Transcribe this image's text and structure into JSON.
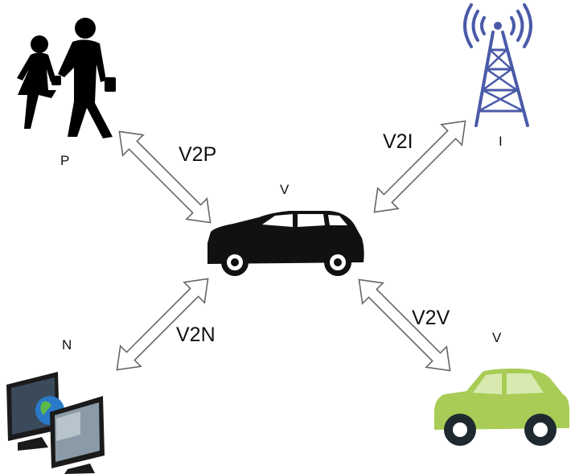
{
  "nodes": {
    "pedestrian": {
      "label": "P",
      "icon": "pedestrians-icon"
    },
    "infrastructure": {
      "label": "I",
      "icon": "cell-tower-icon"
    },
    "center_vehicle": {
      "label": "V",
      "icon": "car-icon"
    },
    "network": {
      "label": "N",
      "icon": "computer-monitors-icon"
    },
    "other_vehicle": {
      "label": "V",
      "icon": "green-car-icon"
    }
  },
  "links": {
    "v2p": "V2P",
    "v2i": "V2I",
    "v2n": "V2N",
    "v2v": "V2V"
  },
  "colors": {
    "tower": "#4a5aa8",
    "car_black": "#111111",
    "car_green_body": "#a8cc55",
    "car_green_window": "#d8eab0",
    "monitor_dark": "#1a1a1a",
    "arrow_outline": "#666666"
  }
}
